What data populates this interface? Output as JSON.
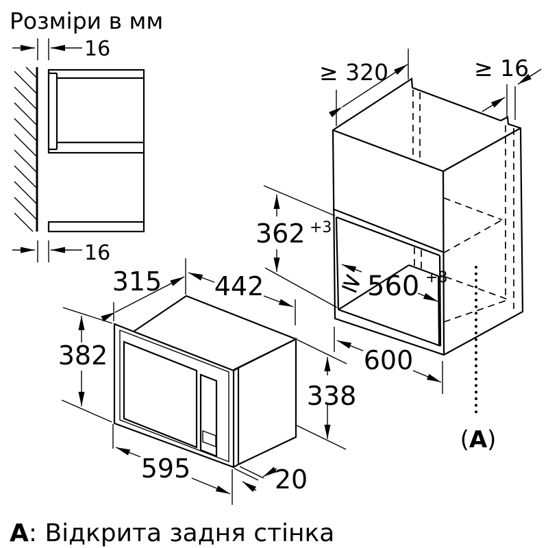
{
  "title": "Розміри в мм",
  "footnote": {
    "marker": "А",
    "text": ": Відкрита задня стінка"
  },
  "annotation_a": {
    "open": "(",
    "letter": "А",
    "close": ")"
  },
  "dimensions": {
    "wall_gap_top": "16",
    "wall_gap_bottom": "16",
    "mw_depth": "315",
    "mw_body_width": "442",
    "mw_height": "382",
    "mw_front_width": "595",
    "mw_frame_depth": "20",
    "mw_body_height": "338",
    "niche_height": "362",
    "niche_height_tol": "+3",
    "niche_width_prefix": "≥",
    "niche_width": "560",
    "niche_width_tol": "+8",
    "cabinet_width": "600",
    "cabinet_depth": "≥ 320",
    "rear_wall_gap": "≥ 16"
  }
}
